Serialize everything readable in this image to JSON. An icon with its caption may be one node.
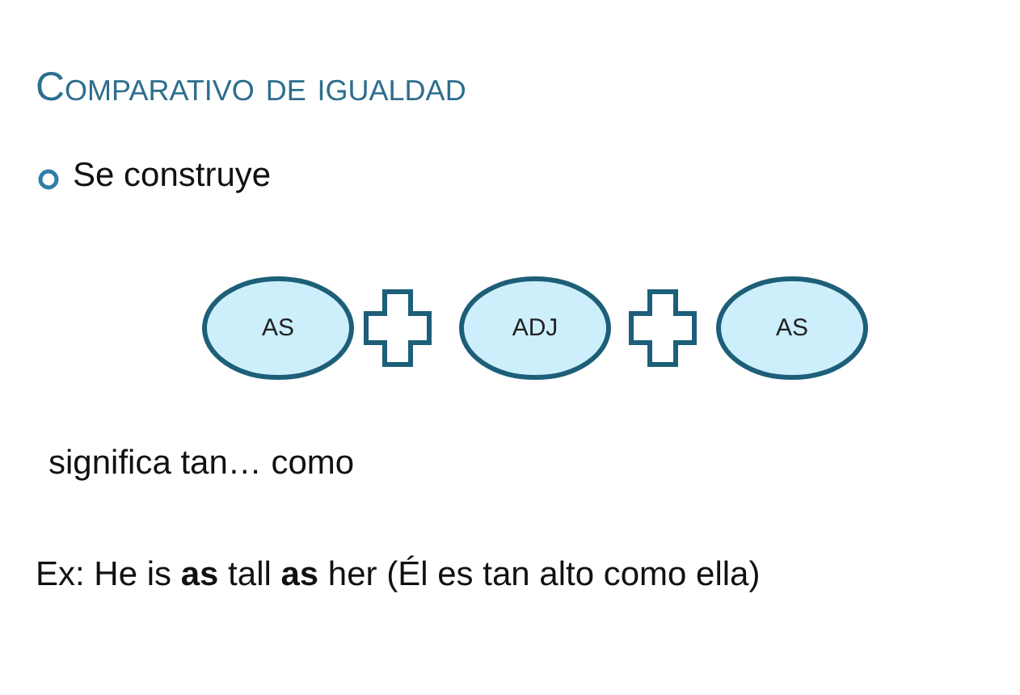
{
  "diagram": {
    "title": "Comparativo de igualdad",
    "nodes": [
      {
        "text": [
          "AS"
        ]
      },
      {
        "text": [],
        "shape": "plus"
      },
      {
        "text": [
          "ADJ"
        ]
      },
      {
        "text": [],
        "shape": "plus"
      },
      {
        "text": [
          "AS"
        ]
      }
    ],
    "labels": [
      "Se construye",
      "significa tan… como",
      "Ex: He is **as** tall **as** her (Él es tan alto como ella)"
    ]
  }
}
